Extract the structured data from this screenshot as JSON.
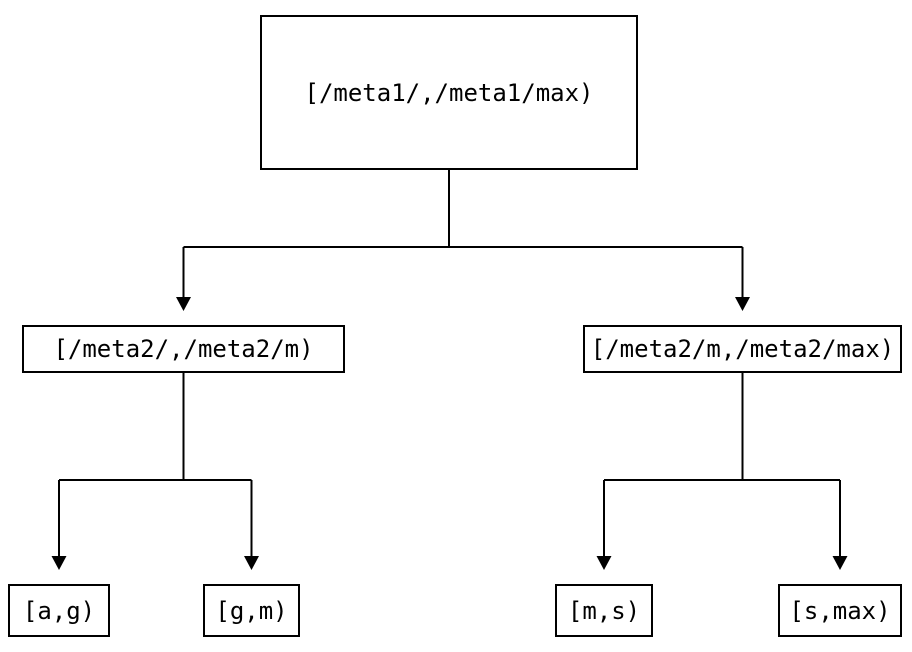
{
  "diagram": {
    "type": "tree",
    "description": "Binary interval-partition tree diagram",
    "colors": {
      "line": "#000000",
      "text": "#000000",
      "box_background": "#ffffff",
      "page_background": "#ffffff"
    },
    "nodes": {
      "root": {
        "label": "[/meta1/,/meta1/max)"
      },
      "left": {
        "label": "[/meta2/,/meta2/m)"
      },
      "right": {
        "label": "[/meta2/m,/meta2/max)"
      },
      "leaf_ag": {
        "label": "[a,g)"
      },
      "leaf_gm": {
        "label": "[g,m)"
      },
      "leaf_ms": {
        "label": "[m,s)"
      },
      "leaf_smax": {
        "label": "[s,max)"
      }
    },
    "edges": [
      {
        "from": "root",
        "to": "left"
      },
      {
        "from": "root",
        "to": "right"
      },
      {
        "from": "left",
        "to": "leaf_ag"
      },
      {
        "from": "left",
        "to": "leaf_gm"
      },
      {
        "from": "right",
        "to": "leaf_ms"
      },
      {
        "from": "right",
        "to": "leaf_smax"
      }
    ]
  }
}
